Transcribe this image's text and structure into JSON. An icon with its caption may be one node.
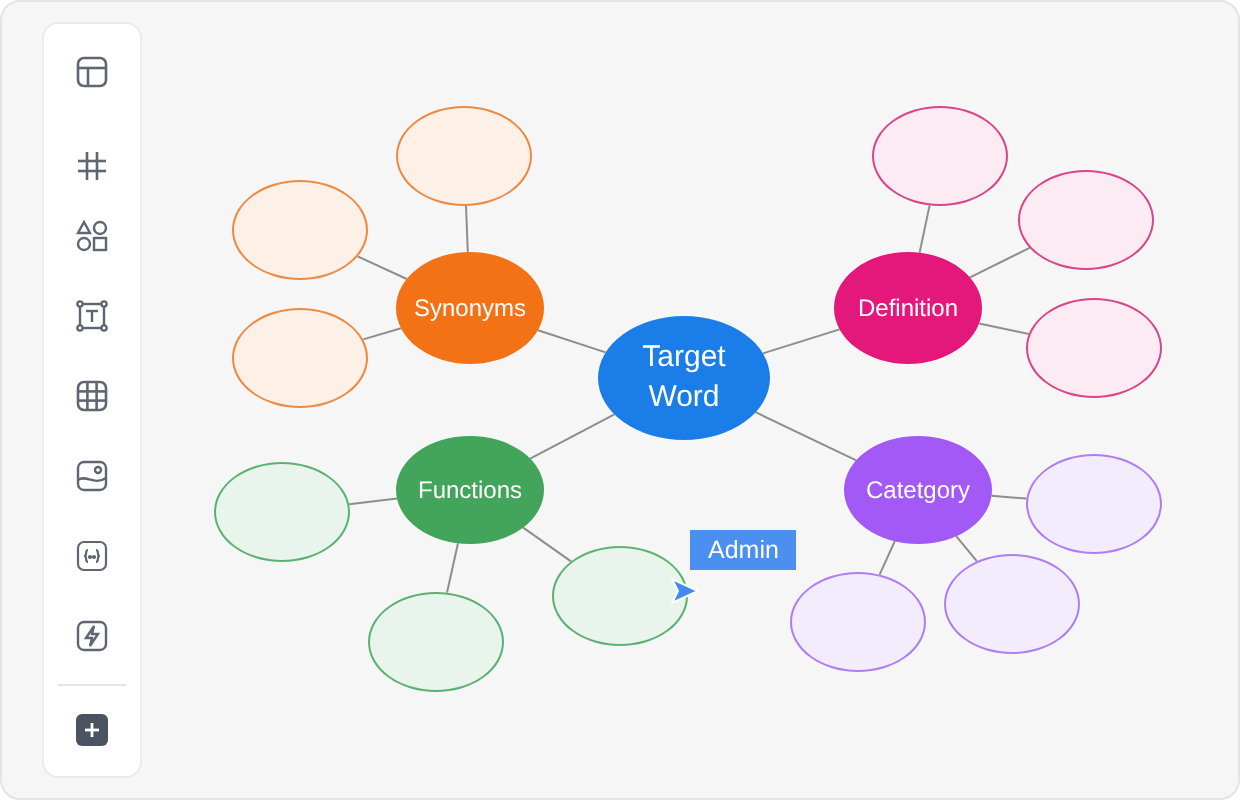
{
  "diagram": {
    "nodes": [
      {
        "text": [
          "Target Word"
        ]
      },
      {
        "text": [
          "Synonyms"
        ]
      },
      {
        "text": [
          "Definition"
        ]
      },
      {
        "text": [
          "Functions"
        ]
      },
      {
        "text": [
          "Catetgory"
        ]
      },
      {
        "text": [],
        "shape": "ellipse"
      },
      {
        "text": [],
        "shape": "ellipse"
      },
      {
        "text": [],
        "shape": "ellipse"
      },
      {
        "text": [],
        "shape": "ellipse"
      },
      {
        "text": [],
        "shape": "ellipse"
      },
      {
        "text": [],
        "shape": "ellipse"
      },
      {
        "text": [],
        "shape": "ellipse"
      },
      {
        "text": [],
        "shape": "ellipse"
      },
      {
        "text": [],
        "shape": "ellipse"
      },
      {
        "text": [],
        "shape": "ellipse"
      },
      {
        "text": [],
        "shape": "ellipse"
      },
      {
        "text": [],
        "shape": "ellipse"
      }
    ],
    "edges": [
      {
        "from": 0,
        "to": 1,
        "arrow": "none"
      },
      {
        "from": 0,
        "to": 2,
        "arrow": "none"
      },
      {
        "from": 0,
        "to": 3,
        "arrow": "none"
      },
      {
        "from": 0,
        "to": 4,
        "arrow": "none"
      },
      {
        "from": 1,
        "to": 5,
        "arrow": "none"
      },
      {
        "from": 1,
        "to": 6,
        "arrow": "none"
      },
      {
        "from": 1,
        "to": 7,
        "arrow": "none"
      },
      {
        "from": 2,
        "to": 8,
        "arrow": "none"
      },
      {
        "from": 2,
        "to": 9,
        "arrow": "none"
      },
      {
        "from": 2,
        "to": 10,
        "arrow": "none"
      },
      {
        "from": 3,
        "to": 11,
        "arrow": "none"
      },
      {
        "from": 3,
        "to": 12,
        "arrow": "none"
      },
      {
        "from": 3,
        "to": 13,
        "arrow": "none"
      },
      {
        "from": 4,
        "to": 14,
        "arrow": "none"
      },
      {
        "from": 4,
        "to": 15,
        "arrow": "none"
      },
      {
        "from": 4,
        "to": 16,
        "arrow": "none"
      }
    ],
    "labels": [
      "Admin"
    ]
  }
}
